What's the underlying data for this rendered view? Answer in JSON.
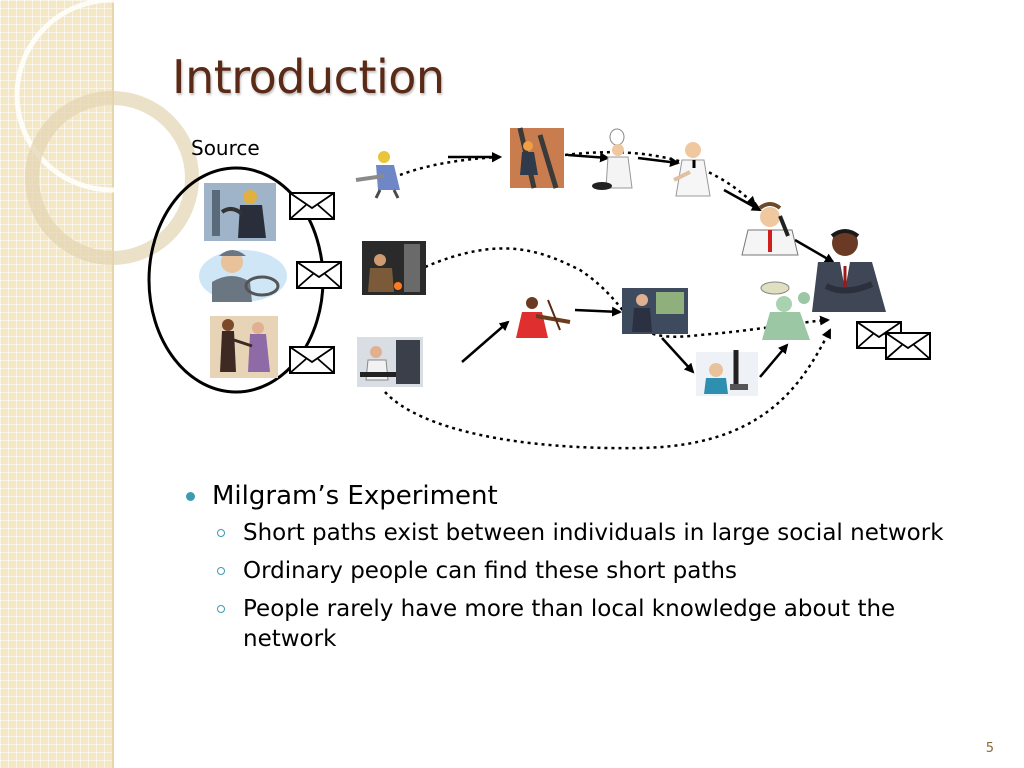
{
  "slide": {
    "title": "Introduction",
    "page_number": "5"
  },
  "diagram": {
    "source_label": "Source",
    "source_people": [
      "engineer",
      "pilot",
      "dancers"
    ],
    "people": [
      "construction-worker",
      "welder",
      "blacksmith",
      "violinist",
      "chef",
      "waiter",
      "lecturer",
      "pianist",
      "scientist",
      "businessman-phone",
      "surgeons",
      "target-businessman"
    ]
  },
  "bullets": {
    "main": "Milgram’s Experiment",
    "sub": [
      "Short paths exist between individuals in large social network",
      "Ordinary people can find these short paths",
      "People rarely have more than local knowledge about the network"
    ]
  },
  "colors": {
    "title": "#5b2a16",
    "bullet_accent": "#3f9ab0",
    "sidebar": "#f3e7c6"
  }
}
